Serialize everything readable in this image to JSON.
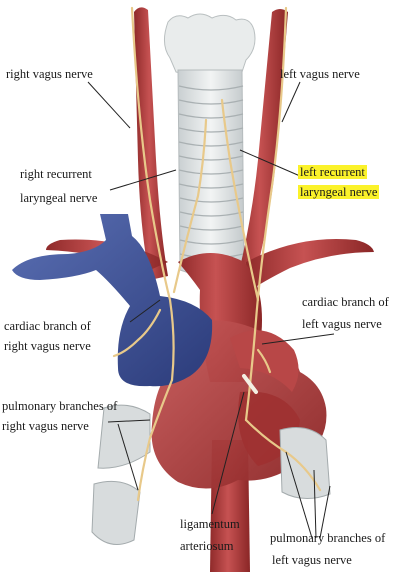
{
  "labels": {
    "right_vagus": "right vagus nerve",
    "left_vagus": "left vagus nerve",
    "right_recurrent_1": "right recurrent",
    "right_recurrent_2": "laryngeal nerve",
    "left_recurrent_1": "left recurrent",
    "left_recurrent_2": "laryngeal nerve",
    "cardiac_right_1": "cardiac branch of",
    "cardiac_right_2": "right vagus nerve",
    "cardiac_left_1": "cardiac branch of",
    "cardiac_left_2": "left vagus nerve",
    "pulm_right_1": "pulmonary branches of",
    "pulm_right_2": "right vagus nerve",
    "lig_1": "ligamentum",
    "lig_2": "arteriosum",
    "pulm_left_1": "pulmonary branches of",
    "pulm_left_2": "left vagus nerve"
  },
  "colors": {
    "highlight": "#fbf22a",
    "artery": "#b23a3a",
    "vein": "#3a4f93",
    "nerve": "#e8c98a",
    "trachea": "#dfe3e4"
  }
}
